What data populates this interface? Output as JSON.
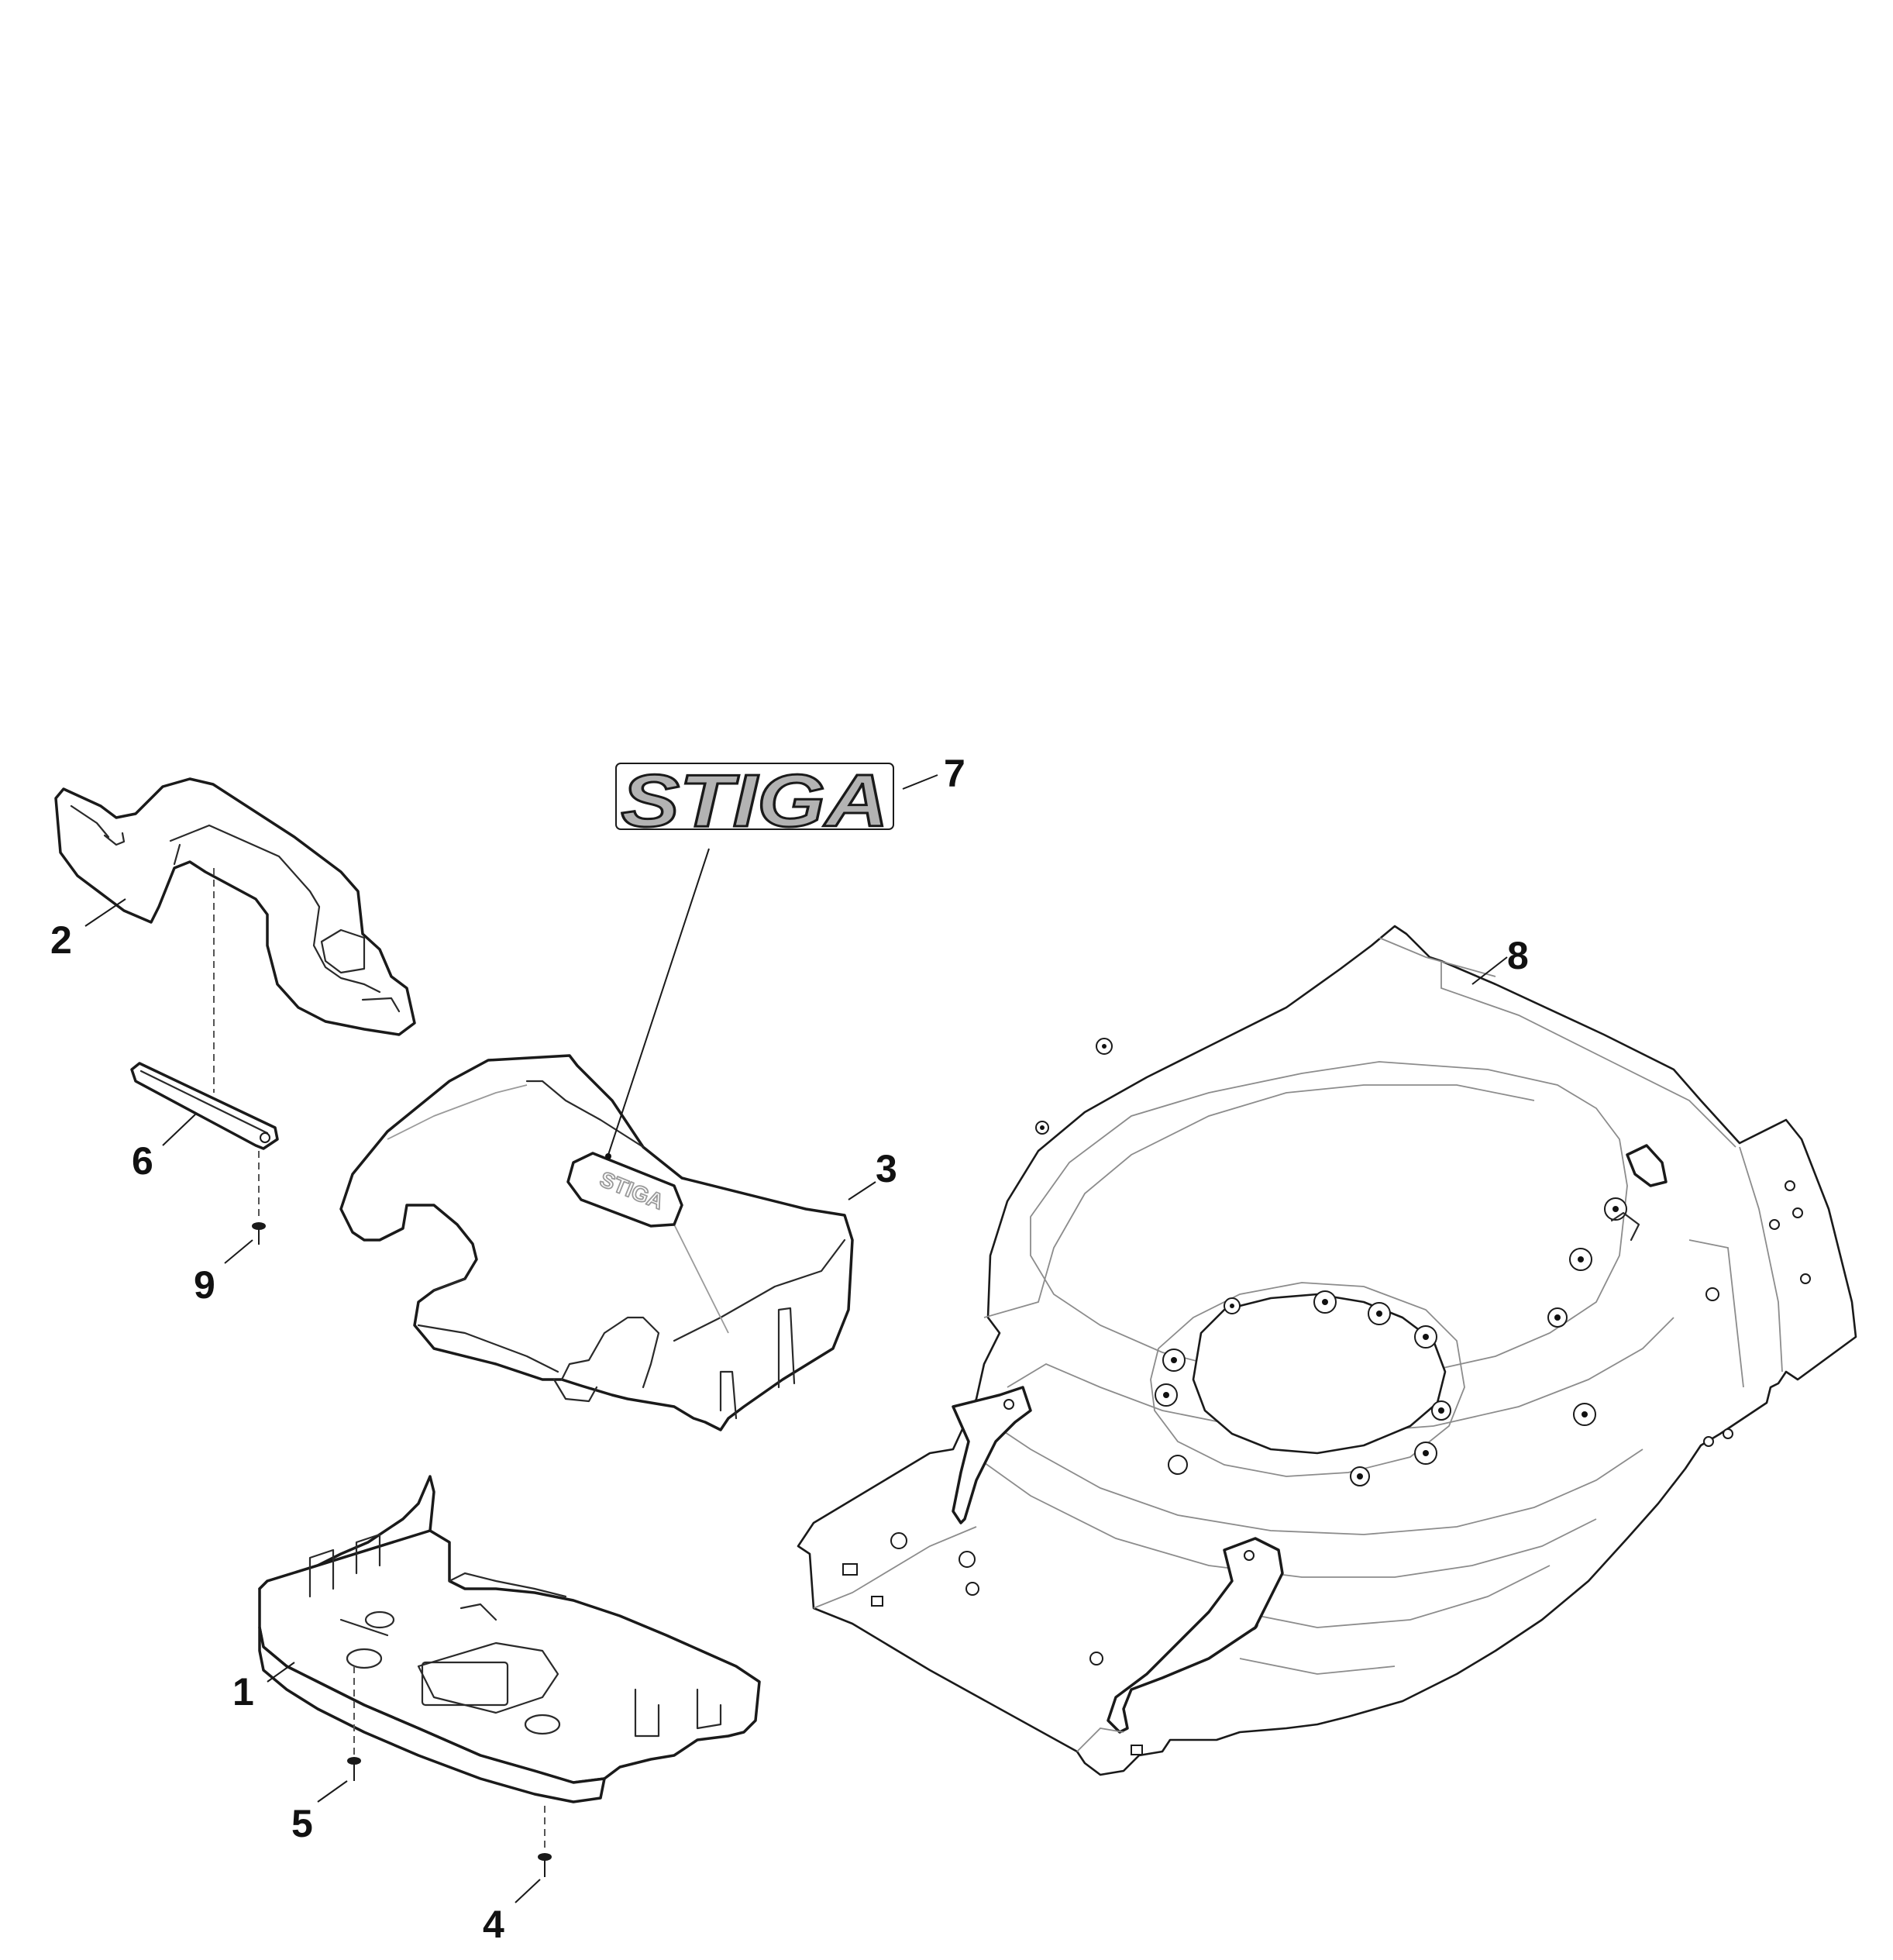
{
  "logo": {
    "text": "STIGA"
  },
  "callouts": [
    {
      "id": "1",
      "label": "1"
    },
    {
      "id": "2",
      "label": "2"
    },
    {
      "id": "3",
      "label": "3"
    },
    {
      "id": "4",
      "label": "4"
    },
    {
      "id": "5",
      "label": "5"
    },
    {
      "id": "6",
      "label": "6"
    },
    {
      "id": "7",
      "label": "7"
    },
    {
      "id": "8",
      "label": "8"
    },
    {
      "id": "9",
      "label": "9"
    }
  ]
}
